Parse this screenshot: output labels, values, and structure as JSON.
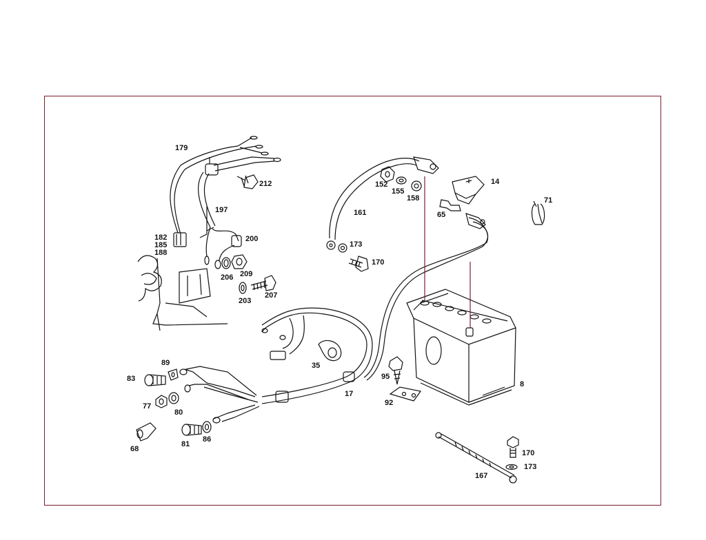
{
  "diagram": {
    "frame_color": "#7a1e2e",
    "callouts": [
      {
        "id": "c179",
        "text": "179"
      },
      {
        "id": "c212",
        "text": "212"
      },
      {
        "id": "c197",
        "text": "197"
      },
      {
        "id": "c182",
        "text": "182"
      },
      {
        "id": "c185",
        "text": "185"
      },
      {
        "id": "c188",
        "text": "188"
      },
      {
        "id": "c200",
        "text": "200"
      },
      {
        "id": "c206",
        "text": "206"
      },
      {
        "id": "c209",
        "text": "209"
      },
      {
        "id": "c203",
        "text": "203"
      },
      {
        "id": "c207",
        "text": "207"
      },
      {
        "id": "c152",
        "text": "152"
      },
      {
        "id": "c155",
        "text": "155"
      },
      {
        "id": "c158",
        "text": "158"
      },
      {
        "id": "c161",
        "text": "161"
      },
      {
        "id": "c173a",
        "text": "173"
      },
      {
        "id": "c170a",
        "text": "170"
      },
      {
        "id": "c14",
        "text": "14"
      },
      {
        "id": "c65",
        "text": "65"
      },
      {
        "id": "c71",
        "text": "71"
      },
      {
        "id": "c35",
        "text": "35"
      },
      {
        "id": "c95",
        "text": "95"
      },
      {
        "id": "c17",
        "text": "17"
      },
      {
        "id": "c92",
        "text": "92"
      },
      {
        "id": "c8",
        "text": "8"
      },
      {
        "id": "c89",
        "text": "89"
      },
      {
        "id": "c83",
        "text": "83"
      },
      {
        "id": "c77",
        "text": "77"
      },
      {
        "id": "c80",
        "text": "80"
      },
      {
        "id": "c68",
        "text": "68"
      },
      {
        "id": "c81",
        "text": "81"
      },
      {
        "id": "c86",
        "text": "86"
      },
      {
        "id": "c170b",
        "text": "170"
      },
      {
        "id": "c173b",
        "text": "173"
      },
      {
        "id": "c167",
        "text": "167"
      }
    ]
  }
}
